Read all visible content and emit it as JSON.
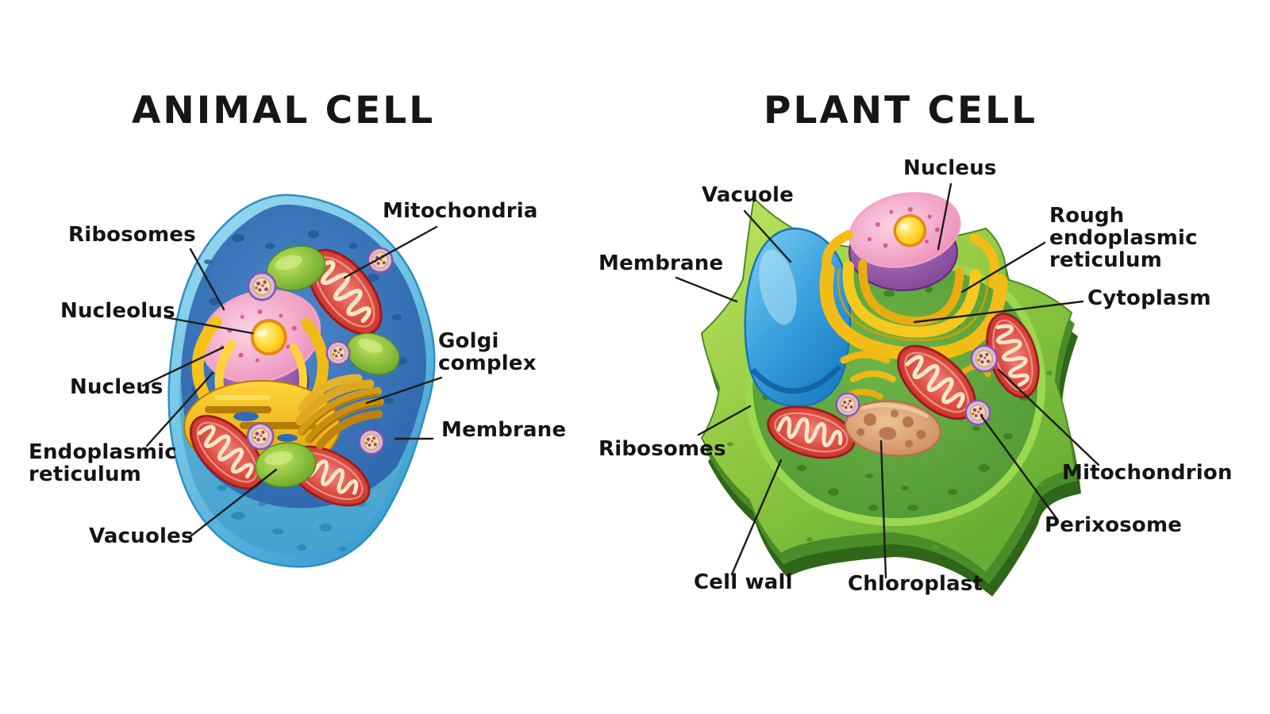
{
  "diagram": {
    "animal": {
      "title": "ANIMAL CELL",
      "labels": {
        "ribosomes": "Ribosomes",
        "nucleolus": "Nucleolus",
        "nucleus": "Nucleus",
        "endoplasmic_reticulum": "Endoplasmic reticulum",
        "vacuoles": "Vacuoles",
        "mitochondria": "Mitochondria",
        "golgi_complex": "Golgi complex",
        "membrane": "Membrane"
      }
    },
    "plant": {
      "title": "PLANT CELL",
      "labels": {
        "vacuole": "Vacuole",
        "membrane": "Membrane",
        "nucleus": "Nucleus",
        "rough_endoplasmic_reticulum": "Rough endoplasmic reticulum",
        "cytoplasm": "Cytoplasm",
        "mitochondrion": "Mitochondrion",
        "perixosome": "Perixosome",
        "cell_wall": "Cell wall",
        "chloroplast": "Chloroplast",
        "ribosomes": "Ribosomes"
      }
    },
    "colors": {
      "background": "#ffffff",
      "label_text": "#141414",
      "leader_line": "#1c1c1c",
      "animal_cell_rim": "#7ecbe8",
      "animal_cell_interior": "#3273b8",
      "animal_cell_floor": "#5cb8dc",
      "plant_cell_wall": "#8cc63f",
      "plant_cell_floor": "#5ba738",
      "nucleus_pink": "#ee7fb2",
      "nucleolus_yellow": "#ffd21e",
      "endoplasmic_gold": "#f5c41f",
      "mitochondria_red": "#c42a28",
      "vacuole_blue": "#2e9fd8",
      "chloroplast_tan": "#d89a68",
      "organelle_purple": "#8a56a8",
      "green_blob": "#6aa724"
    }
  }
}
